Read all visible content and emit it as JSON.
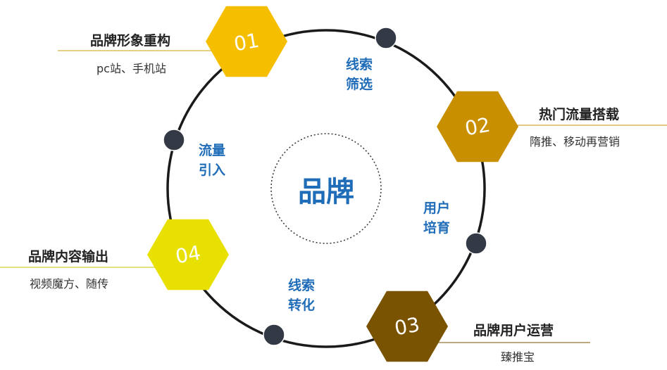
{
  "center": {
    "label": "品牌"
  },
  "steps": [
    {
      "number": "01",
      "title": "品牌形象重构",
      "subtitle": "pc站、手机站",
      "color": "#f5bf00"
    },
    {
      "number": "02",
      "title": "热门流量搭载",
      "subtitle": "隋推、移动再营销",
      "color": "#c88f00"
    },
    {
      "number": "03",
      "title": "品牌用户运营",
      "subtitle": "臻推宝",
      "color": "#7a5300"
    },
    {
      "number": "04",
      "title": "品牌内容输出",
      "subtitle": "视频魔方、随传",
      "color": "#e8e000"
    }
  ],
  "stages": [
    {
      "line1": "线索",
      "line2": "筛选"
    },
    {
      "line1": "用户",
      "line2": "培育"
    },
    {
      "line1": "线索",
      "line2": "转化"
    },
    {
      "line1": "流量",
      "line2": "引入"
    }
  ],
  "colors": {
    "accent_text": "#1f6db8",
    "circle": "#1a1a1a",
    "node": "#333a45"
  }
}
